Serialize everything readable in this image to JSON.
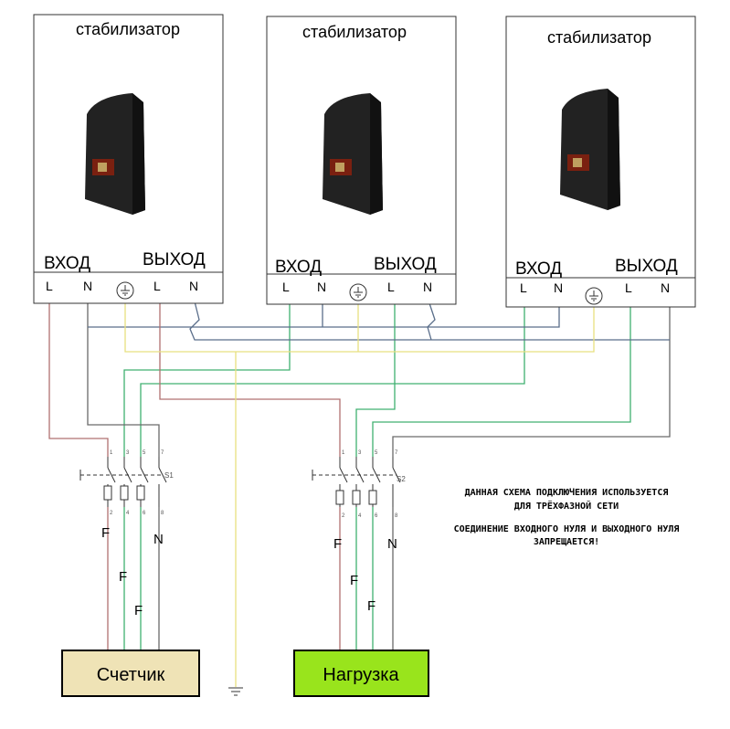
{
  "stabilizers": [
    {
      "title": "стабилизатор",
      "input_label": "ВХОД",
      "output_label": "ВЫХОД",
      "terminals": [
        "L",
        "N",
        "L",
        "N"
      ]
    },
    {
      "title": "стабилизатор",
      "input_label": "ВХОД",
      "output_label": "ВЫХОД",
      "terminals": [
        "L",
        "N",
        "L",
        "N"
      ]
    },
    {
      "title": "стабилизатор",
      "input_label": "ВХОД",
      "output_label": "ВЫХОД",
      "terminals": [
        "L",
        "N",
        "L",
        "N"
      ]
    }
  ],
  "breakers": [
    {
      "label": "S1",
      "pins_top": [
        "1",
        "3",
        "5",
        "7"
      ],
      "pins_bottom": [
        "2",
        "4",
        "6",
        "8"
      ],
      "line_labels": [
        "F",
        "F",
        "F",
        "N"
      ]
    },
    {
      "label": "S2",
      "pins_top": [
        "1",
        "3",
        "5",
        "7"
      ],
      "pins_bottom": [
        "2",
        "4",
        "6",
        "8"
      ],
      "line_labels": [
        "F",
        "F",
        "F",
        "N"
      ]
    }
  ],
  "notes": {
    "line1": "ДАННАЯ СХЕМА ПОДКЛЮЧЕНИЯ ИСПОЛЬЗУЕТСЯ",
    "line2": "ДЛЯ ТРЁХФАЗНОЙ СЕТИ",
    "line3": "СОЕДИНЕНИЕ ВХОДНОГО НУЛЯ И ВЫХОДНОГО НУЛЯ",
    "line4": "ЗАПРЕЩАЕТСЯ!"
  },
  "meter": {
    "label": "Счетчик",
    "color": "#efe3b6"
  },
  "load": {
    "label": "Нагрузка",
    "color": "#99e41c"
  },
  "colors": {
    "red": "#b07070",
    "green": "#40b070",
    "yellow": "#e8e080",
    "blue": "#5a6e8a",
    "gray": "#6a6a6a",
    "device": "#222222"
  },
  "icons": {
    "ground": "ground-icon",
    "device": "stabilizer-device-icon",
    "fuse": "fuse-icon"
  }
}
